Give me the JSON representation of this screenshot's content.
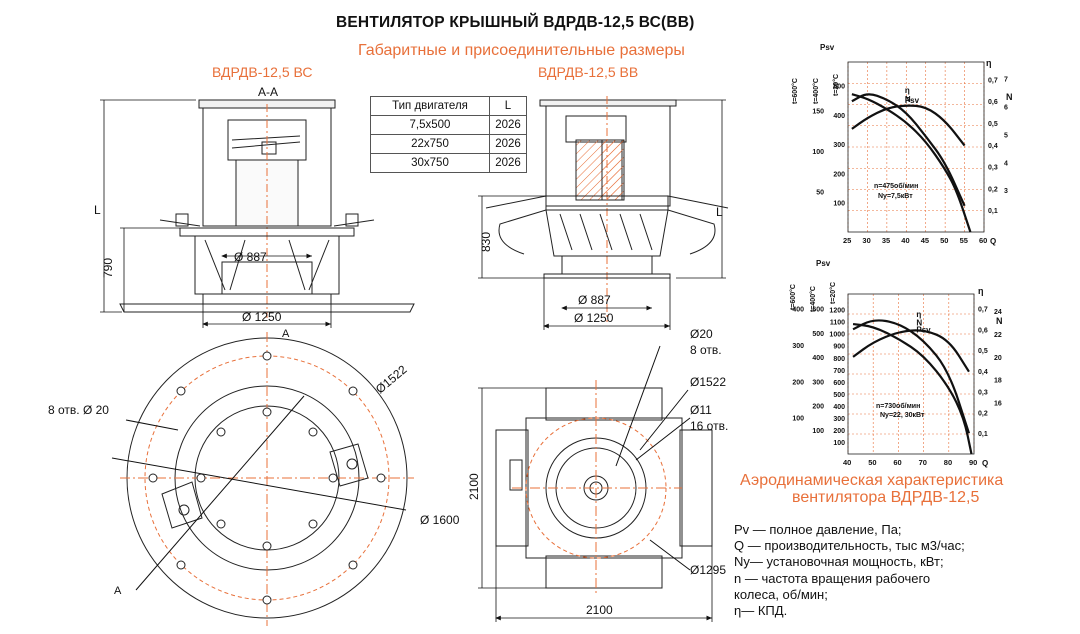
{
  "title": "ВЕНТИЛЯТОР КРЫШНЫЙ  ВДРДВ-12,5 ВС(ВВ)",
  "subtitle": "Габаритные и присоединительные размеры",
  "view_labels": {
    "bc": "ВДРДВ-12,5 ВС",
    "bb": "ВДРДВ-12,5 ВВ"
  },
  "section_label": "А-А",
  "section_arrow": "А",
  "dims": {
    "L": "L",
    "h790": "790",
    "h830": "830",
    "d887": "Ø 887",
    "d1250": "Ø 1250",
    "d887b": "Ø 887",
    "d1250b": "Ø 1250",
    "holes_bc": "8 отв. Ø 20",
    "d1522": "Ø1522",
    "d1600": "Ø 1600",
    "d20": "Ø20",
    "holes8": "8 отв.",
    "d1522b": "Ø1522",
    "d11": "Ø11",
    "holes16": "16 отв.",
    "d1295": "Ø1295",
    "w2100": "2100",
    "h2100": "2100"
  },
  "motor_table": {
    "headers": [
      "Тип двигателя",
      "L"
    ],
    "rows": [
      [
        "7,5х500",
        "2026"
      ],
      [
        "22х750",
        "2026"
      ],
      [
        "30х750",
        "2026"
      ]
    ]
  },
  "charts_common": {
    "psv_label": "Psv",
    "eta_label": "η",
    "n_label": "N",
    "q_label": "Q",
    "t600": "t=600°C",
    "t400": "t=400°C",
    "t20": "t=20°C"
  },
  "chart_data": [
    {
      "type": "line",
      "x": [
        25,
        30,
        35,
        40,
        45,
        50,
        55,
        60
      ],
      "x_ticks": [
        "25",
        "30",
        "35",
        "40",
        "45",
        "50",
        "55",
        "60"
      ],
      "y_ticks_t20": [
        "100",
        "200",
        "300",
        "400",
        "500"
      ],
      "y_ticks_t400": [
        "50",
        "100",
        "150"
      ],
      "y_ticks_eta": [
        "0,1",
        "0,2",
        "0,3",
        "0,4",
        "0,5",
        "0,6",
        "0,7"
      ],
      "y_ticks_n": [
        "3",
        "4",
        "5",
        "6",
        "7"
      ],
      "annotation_n": "n=475об/мин",
      "annotation_ny": "Ny=7,5кВт",
      "series": [
        {
          "name": "Psv",
          "x": [
            26,
            30,
            35,
            40,
            45,
            50,
            53,
            56.5
          ],
          "y": [
            470,
            455,
            420,
            375,
            310,
            215,
            140,
            0
          ]
        },
        {
          "name": "η",
          "x": [
            26,
            30,
            35,
            40,
            45,
            50,
            55
          ],
          "y": [
            0.6,
            0.64,
            0.61,
            0.55,
            0.44,
            0.32,
            0.12
          ]
        },
        {
          "name": "N",
          "x": [
            26,
            30,
            35,
            40,
            45,
            50,
            55
          ],
          "y": [
            5.2,
            5.6,
            5.95,
            6.05,
            6.0,
            5.5,
            4.6
          ]
        }
      ]
    },
    {
      "type": "line",
      "x": [
        40,
        50,
        60,
        70,
        80,
        90
      ],
      "x_ticks": [
        "40",
        "50",
        "60",
        "70",
        "80",
        "90"
      ],
      "y_ticks_t20": [
        "100",
        "200",
        "300",
        "400",
        "500",
        "600",
        "700",
        "800",
        "900",
        "1000",
        "1100",
        "1200"
      ],
      "y_ticks_t400": [
        "100",
        "200",
        "300",
        "400",
        "500",
        "600"
      ],
      "y_ticks_t600": [
        "100",
        "200",
        "300",
        "400"
      ],
      "y_ticks_eta": [
        "0,1",
        "0,2",
        "0,3",
        "0,4",
        "0,5",
        "0,6",
        "0,7"
      ],
      "y_ticks_n": [
        "16",
        "18",
        "20",
        "22",
        "24"
      ],
      "annotation_n": "n=730об/мин",
      "annotation_ny": "Ny=22, 30кВт",
      "series": [
        {
          "name": "Psv",
          "x": [
            42,
            50,
            60,
            70,
            80,
            86,
            89
          ],
          "y": [
            1080,
            1060,
            960,
            820,
            560,
            300,
            0
          ]
        },
        {
          "name": "η",
          "x": [
            42,
            50,
            60,
            70,
            80,
            88
          ],
          "y": [
            0.6,
            0.65,
            0.63,
            0.55,
            0.4,
            0.1
          ]
        },
        {
          "name": "N",
          "x": [
            42,
            50,
            60,
            70,
            80,
            88
          ],
          "y": [
            20,
            21.3,
            22.2,
            22.4,
            21.5,
            18.7
          ]
        }
      ]
    }
  ],
  "aero_title": [
    "Аэродинамическая характеристика",
    "вентилятора  ВДРДВ-12,5"
  ],
  "legend": [
    "Pv — полное давление, Па;",
    "Q  — производительность, тыс м3/час;",
    "Ny— установочная мощность, кВт;",
    "n — частота вращения рабочего",
    "колеса,  об/мин;",
    "η— КПД."
  ]
}
